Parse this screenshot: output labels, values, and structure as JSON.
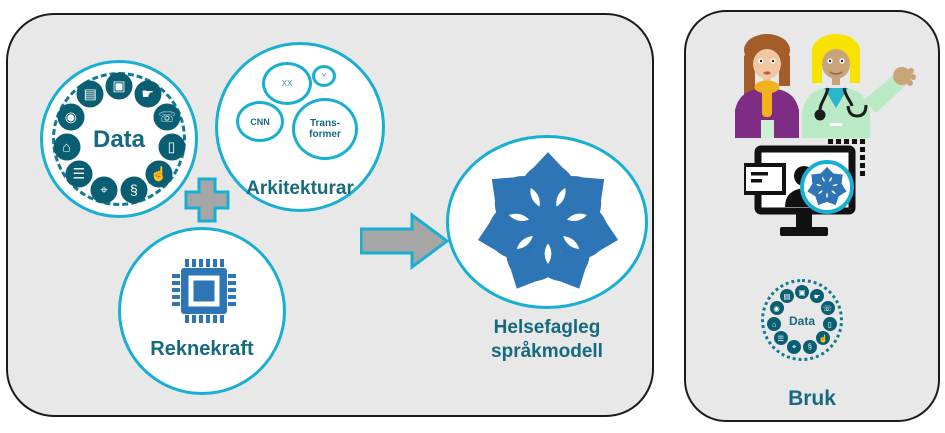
{
  "colors": {
    "panel_background": "#E8E8E8",
    "panel_border": "#1b1b1b",
    "teal_stroke": "#18AFD3",
    "dark_teal_text": "#156A80",
    "icon_circle_fill": "#0A5E72",
    "model_blue": "#2E75B6",
    "arrow_gray": "#A6A6A6",
    "scarf_yellow": "#F2B21D",
    "cardigan_purple": "#7F2C84",
    "coat_green": "#B9EAC5",
    "shirt_teal": "#2BB6CC"
  },
  "shared": {
    "data_icons": [
      {
        "name": "monitor-record",
        "glyph": "▣"
      },
      {
        "name": "cursor-click",
        "glyph": "☛"
      },
      {
        "name": "phone-call",
        "glyph": "☏"
      },
      {
        "name": "tablet-device",
        "glyph": "▯"
      },
      {
        "name": "touch-finger",
        "glyph": "☝"
      },
      {
        "name": "dna",
        "glyph": "§"
      },
      {
        "name": "microscope",
        "glyph": "⌖"
      },
      {
        "name": "document-stack",
        "glyph": "☰"
      },
      {
        "name": "scanner-bed",
        "glyph": "⌂"
      },
      {
        "name": "camera-lens",
        "glyph": "◉"
      },
      {
        "name": "clipboard",
        "glyph": "▤"
      }
    ]
  },
  "left_panel": {
    "data_circle": {
      "label": "Data"
    },
    "architectures": {
      "label": "Arkitekturar",
      "sub_xx": "XX",
      "sub_y": "Y",
      "sub_cnn": "CNN",
      "sub_transformer_line1": "Trans-",
      "sub_transformer_line2": "former"
    },
    "compute": {
      "label": "Reknekraft"
    },
    "model": {
      "label_line1": "Helsefagleg",
      "label_line2": "språkmodell"
    }
  },
  "right_panel": {
    "label": "Bruk",
    "data_circle": {
      "label": "Data"
    }
  }
}
